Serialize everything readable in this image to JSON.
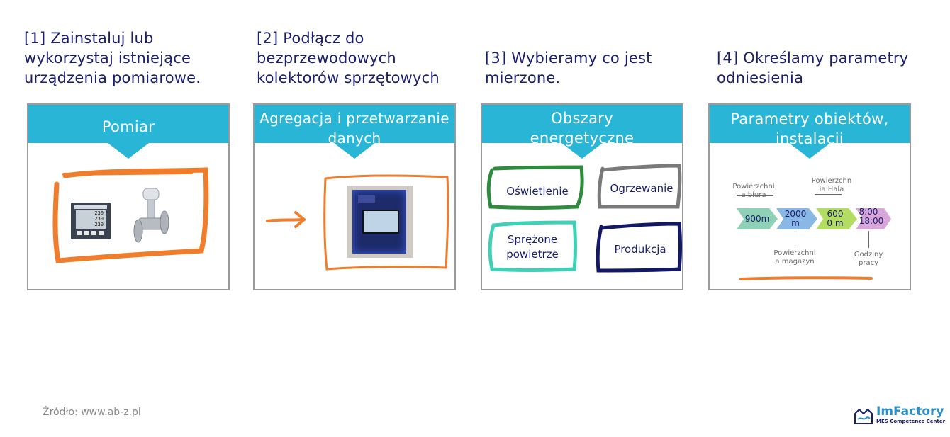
{
  "steps": [
    {
      "title_lines": [
        "[1] Zainstaluj lub",
        "wykorzystaj istniejące",
        "urządzenia pomiarowe."
      ],
      "banner_lines": [
        "Pomiar"
      ]
    },
    {
      "title_lines": [
        "[2] Podłącz do",
        "bezprzewodowych",
        "kolektorów sprzętowych"
      ],
      "banner_lines": [
        "Agregacja i przetwarzanie",
        "danych"
      ]
    },
    {
      "title_lines": [
        "[3] Wybieramy co jest",
        "mierzone."
      ],
      "banner_lines": [
        "Obszary",
        "energetyczne"
      ]
    },
    {
      "title_lines": [
        "[4] Określamy parametry",
        "odniesienia"
      ],
      "banner_lines": [
        "Parametry obiektów,",
        "instalacji"
      ]
    }
  ],
  "meter_readings": [
    "230",
    "230",
    "230"
  ],
  "energy_areas": [
    "Oświetlenie",
    "Ogrzewanie",
    "Sprężone powietrze",
    "Produkcja"
  ],
  "parameters": {
    "chevrons": [
      {
        "value": "900m",
        "color": "#8fd1b6"
      },
      {
        "value": "2000 m",
        "color": "#8ab8e6"
      },
      {
        "value": "600 0 m",
        "color": "#b3dc63"
      },
      {
        "value": "8:00 - 18:00",
        "color": "#d9a6d9"
      }
    ],
    "labels_top": [
      "Powierzchni a biura",
      "Powierzchn ia Hala"
    ],
    "labels_bottom": [
      "Powierzchni a magazyn",
      "Godziny pracy"
    ]
  },
  "source": "Źródło: www.ab-z.pl",
  "logo": {
    "name": "ImFactory",
    "subtitle": "MES Competence Center"
  },
  "colors": {
    "accent": "#29b5d6",
    "title": "#1a1f6e",
    "orange": "#ef7d2b",
    "green": "#2e8b3e",
    "gray": "#7a7a7a",
    "teal": "#40d0b8",
    "navy": "#121766",
    "border": "#9a9a9a"
  }
}
